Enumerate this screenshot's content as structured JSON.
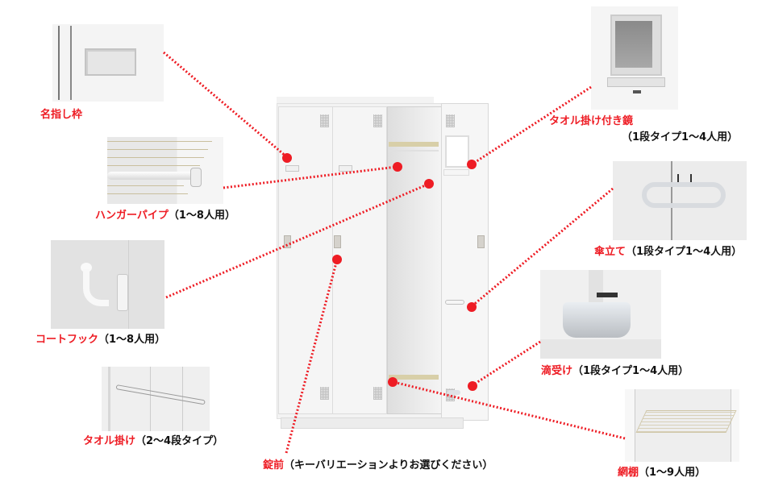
{
  "title": "ロッカー付属品説明図",
  "colors": {
    "accent": "#ee1c24",
    "text": "#111111"
  },
  "callouts": [
    {
      "id": "name-frame",
      "name": "名指し枠",
      "note": ""
    },
    {
      "id": "hanger-pipe",
      "name": "ハンガーパイプ",
      "note": "（1〜8人用）"
    },
    {
      "id": "coat-hook",
      "name": "コートフック",
      "note": "（1〜8人用）"
    },
    {
      "id": "towel-rack",
      "name": "タオル掛け",
      "note": "（2〜4段タイプ）"
    },
    {
      "id": "lock",
      "name": "錠前",
      "note": "（キーバリエーションよりお選びください）"
    },
    {
      "id": "mirror",
      "name": "タオル掛け付き鏡",
      "note": "（1段タイプ1〜4人用）"
    },
    {
      "id": "umbrella-stand",
      "name": "傘立て",
      "note": "（1段タイプ1〜4人用）"
    },
    {
      "id": "drip-tray",
      "name": "滴受け",
      "note": "（1段タイプ1〜4人用）"
    },
    {
      "id": "wire-shelf",
      "name": "網棚",
      "note": "（1〜9人用）"
    }
  ]
}
